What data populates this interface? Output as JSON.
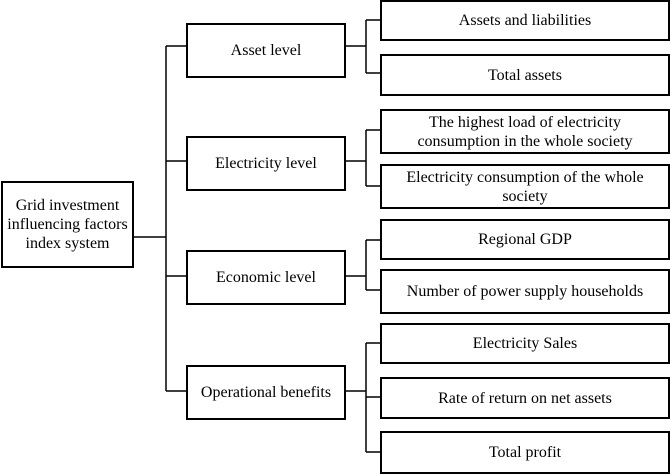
{
  "root": {
    "label": "Grid investment influencing factors index system"
  },
  "categories": [
    {
      "label": "Asset level",
      "children": [
        "Assets and liabilities",
        "Total assets"
      ]
    },
    {
      "label": "Electricity level",
      "children": [
        "The highest load of electricity consumption in the whole society",
        "Electricity consumption of the whole society"
      ]
    },
    {
      "label": "Economic level",
      "children": [
        "Regional GDP",
        "Number of power supply households"
      ]
    },
    {
      "label": "Operational benefits",
      "children": [
        "Electricity Sales",
        "Rate of return on net assets",
        "Total profit"
      ]
    }
  ]
}
